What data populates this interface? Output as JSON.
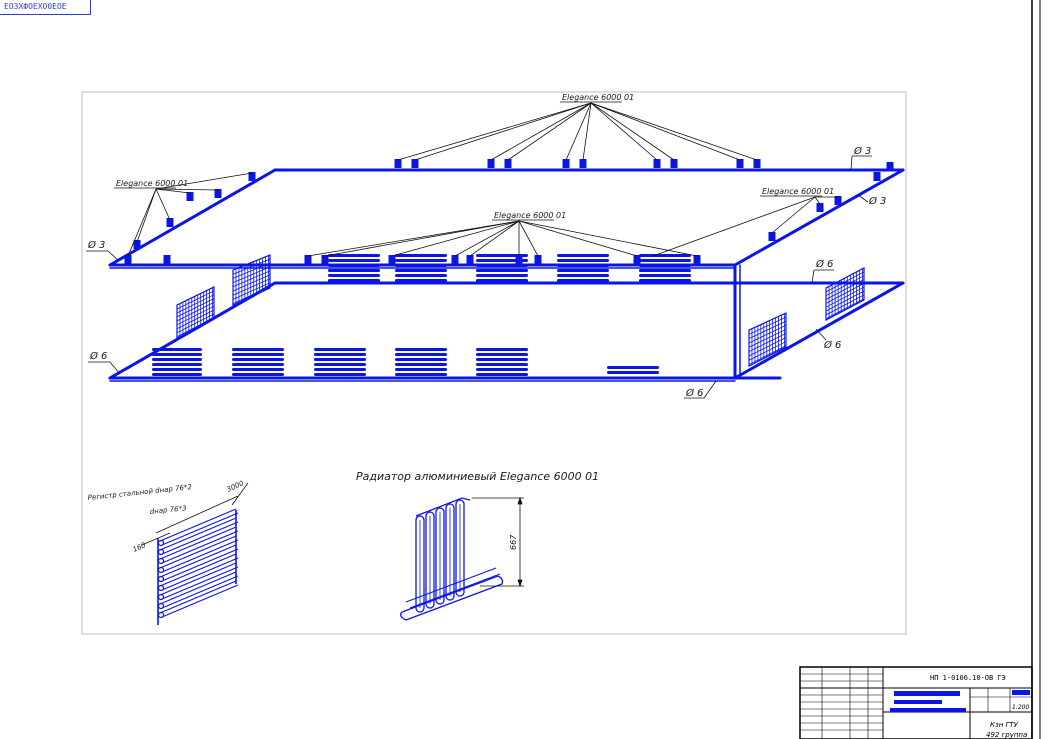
{
  "corner_stamp": "ЕОЗХФОЕХО0ЕОЕ",
  "labels": {
    "top": "Elegance 6000 01",
    "left": "Elegance 6000 01",
    "right": "Elegance 6000 01",
    "middle": "Elegance 6000 01",
    "d3_right": "Ø 3",
    "d3_right2": "Ø 3",
    "d3_left": "Ø 3",
    "d6_right_top": "Ø 6",
    "d6_right_mid": "Ø 6",
    "d6_left": "Ø 6",
    "d6_bottom": "Ø 6"
  },
  "details": {
    "radiator_title": "Радиатор алюминиевый Elegance 6000 01",
    "register_line1": "Регистр стальной dнар 76*2",
    "register_line2": "dнар 76*3",
    "dim_length": "3000",
    "dim_pitch": "160",
    "dim_height": "667"
  },
  "title_block": {
    "code": "НП 1-0106.10-ОВ ГЭ",
    "scale": "1:200",
    "org_line1": "Кзн ГТУ",
    "org_line2": "492 группа"
  }
}
